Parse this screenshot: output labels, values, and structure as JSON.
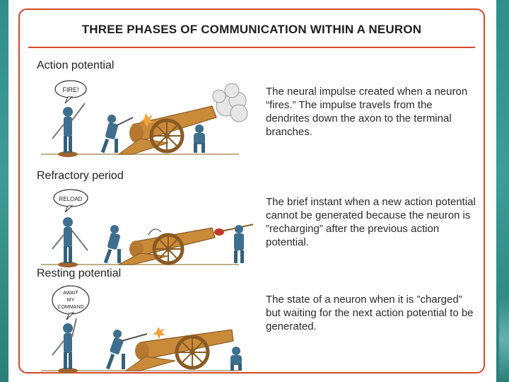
{
  "title": "THREE PHASES OF COMMUNICATION WITHIN A NEURON",
  "sections": [
    {
      "label": "Action potential",
      "bubble": "FIRE!",
      "description": "The neural impulse created when a neuron “fires.” The impulse travels from the dendrites down the axon to the terminal branches."
    },
    {
      "label": "Refractory period",
      "bubble": "RELOAD",
      "description": "The brief instant when a new action potential cannot be generated because the neuron is ”recharging” after the previous action potential."
    },
    {
      "label": "Resting potential",
      "bubble_lines": [
        "AWAIT",
        "MY",
        "COMMAND"
      ],
      "description": "The state of a neuron when it is ”charged” but waiting for the next action potential to be generated."
    }
  ],
  "colors": {
    "frame": "#d9472b",
    "cannon": "#c98a3a",
    "wheel": "#8a5a22",
    "soldier": "#3e6f8e",
    "background": "#2f8f88"
  }
}
